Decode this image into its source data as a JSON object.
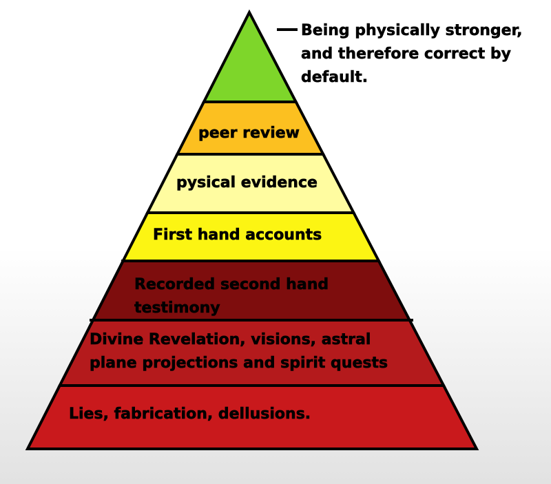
{
  "diagram": {
    "tiers": [
      {
        "lines": [
          ""
        ],
        "color": "#7ed62a"
      },
      {
        "lines": [
          "peer review"
        ],
        "color": "#fcc020"
      },
      {
        "lines": [
          "pysical evidence"
        ],
        "color": "#fffca0"
      },
      {
        "lines": [
          "First hand accounts"
        ],
        "color": "#fcf513"
      },
      {
        "lines": [
          "Recorded second hand",
          "testimony"
        ],
        "color": "#7e0d0d"
      },
      {
        "lines": [
          "Divine Revelation, visions, astral",
          "plane projections and spirit quests"
        ],
        "color": "#b41a1c"
      },
      {
        "lines": [
          "Lies, fabrication, dellusions."
        ],
        "color": "#c9191c"
      }
    ],
    "annotation": {
      "lines": [
        "Being physically stronger,",
        "and therefore correct by",
        "default."
      ]
    }
  }
}
